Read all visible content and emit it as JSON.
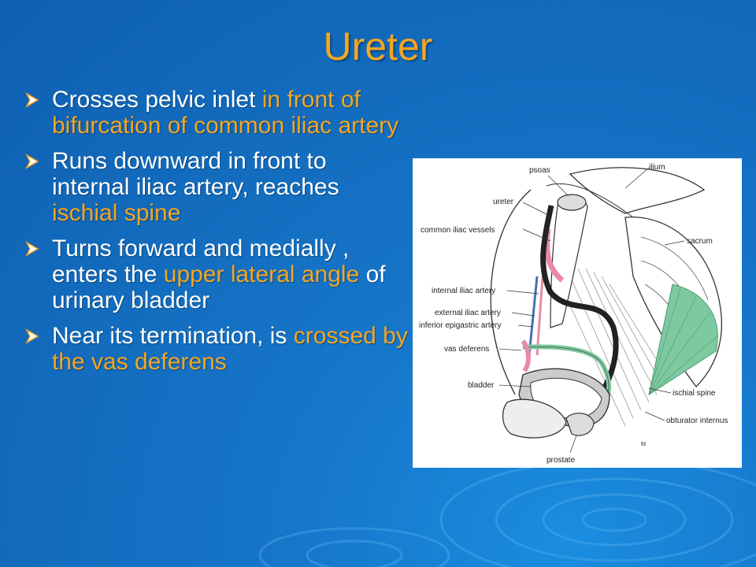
{
  "slide": {
    "title": "Ureter",
    "bullets": [
      [
        {
          "text": "Crosses pelvic inlet "
        },
        {
          "text": "in front of bifurcation of common iliac artery",
          "highlight": true
        }
      ],
      [
        {
          "text": "Runs downward in front to internal iliac artery, reaches "
        },
        {
          "text": "ischial spine",
          "highlight": true
        }
      ],
      [
        {
          "text": "Turns forward and medially , enters the "
        },
        {
          "text": "upper lateral angle",
          "highlight": true
        },
        {
          "text": " of urinary bladder"
        }
      ],
      [
        {
          "text": "Near its termination, is "
        },
        {
          "text": "crossed by the vas deferens",
          "highlight": true
        }
      ]
    ]
  },
  "figure": {
    "labels": {
      "psoas": "psoas",
      "ilium": "ilium",
      "ureter": "ureter",
      "common_iliac_vessels": "common iliac vessels",
      "sacrum": "sacrum",
      "internal_iliac_artery": "internal iliac artery",
      "external_iliac_artery": "external iliac artery",
      "inferior_epigastric_artery": "inferior epigastric artery",
      "vas_deferens": "vas deferens",
      "bladder": "bladder",
      "ischial_spine": "ischial spine",
      "obturator_internus": "obturator internus",
      "prostate": "prostate",
      "signature": "fd"
    }
  },
  "colors": {
    "highlight": "#f4a623",
    "text": "#ffffff",
    "background": "#1676c9",
    "ligament": "#7fc9a0",
    "vessel": "#e88aa8"
  }
}
